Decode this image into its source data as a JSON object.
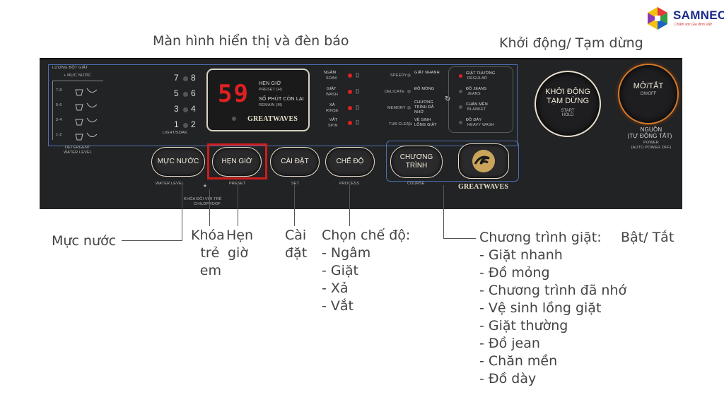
{
  "logo": {
    "name": "SAMNEC",
    "tagline": "Chăm sóc Gia đình Việt"
  },
  "annotations": {
    "display": "Màn hình hiển thị và đèn báo",
    "start": "Khởi động/ Tạm dừng",
    "water_level": "Mực nước",
    "child_lock": [
      "Khóa",
      "trẻ",
      "em"
    ],
    "preset": [
      "Hẹn",
      "giờ"
    ],
    "set": [
      "Cài",
      "đặt"
    ],
    "process_title": "Chọn chế độ:",
    "process_items": [
      "- Ngâm",
      "- Giặt",
      "- Xả",
      "- Vắt"
    ],
    "course_title": "Chương trình giặt:",
    "course_items": [
      "- Giặt nhanh",
      "- Đồ mỏng",
      "- Chương trình đã nhớ",
      "- Vệ sinh lồng giặt",
      "- Giặt thường",
      "- Đồ jean",
      "- Chăn mền",
      "- Đồ dày"
    ],
    "power": "Bật/ Tắt"
  },
  "panel": {
    "water_level_header": "LƯỢNG BỘT GIẶT",
    "water_level_sub": "+ MỰC NƯỚC",
    "water_rows": [
      "7-8",
      "5-6",
      "3-4",
      "1-2"
    ],
    "detergent_label": [
      "DETERGENT",
      "WATER LEVEL"
    ],
    "level_numbers": [
      [
        "7",
        "8"
      ],
      [
        "5",
        "6"
      ],
      [
        "3",
        "4"
      ],
      [
        "1",
        "2"
      ]
    ],
    "light_label": "LIGHT/SOAK",
    "display_value": "59",
    "preset_label": "HẸN GIỜ",
    "preset_en": "PRESET (H)",
    "remain_label": "SỐ PHÚT CÒN LẠI",
    "remain_en": "REMAIN (M)",
    "brand": "GREATWAVES",
    "process_leds": [
      {
        "vi": "NGÂM",
        "en": "SOAK"
      },
      {
        "vi": "GIẶT",
        "en": "WASH"
      },
      {
        "vi": "XẢ",
        "en": "RINSE"
      },
      {
        "vi": "VẮT",
        "en": "SPIN"
      }
    ],
    "course_mid": [
      {
        "en": "SPEEDY",
        "vi": "GIẶT NHANH"
      },
      {
        "en": "DELICATE",
        "vi": "ĐỒ MỎNG"
      },
      {
        "en": "MEMORY",
        "vi": "CHƯƠNG TRÌNH ĐÃ NHỚ"
      },
      {
        "en": "TUB CLEAN",
        "vi": "VỆ SINH LỒNG GIẶT"
      }
    ],
    "course_right": [
      {
        "vi": "GIẶT THƯỜNG",
        "en": "REGULAR"
      },
      {
        "vi": "ĐỒ JEANS",
        "en": "JEANS"
      },
      {
        "vi": "CHĂN MỀN",
        "en": "BLANKET"
      },
      {
        "vi": "ĐỒ DÀY",
        "en": "HEAVY WASH"
      }
    ],
    "start_button": [
      "KHỞI ĐỘNG",
      "TẠM DỪNG"
    ],
    "start_en": [
      "START",
      "HOLD"
    ],
    "power_button": "MỞ/TẮT",
    "power_en": "ON/OFF",
    "power_sub": [
      "NGUỒN",
      "(TỰ ĐỘNG TẮT)"
    ],
    "power_sub_en": [
      "POWER",
      "(AUTO POWER OFF)"
    ],
    "btn_water": "MỰC NƯỚC",
    "btn_water_en": "WATER LEVEL",
    "btn_preset": "HẸN GIỜ",
    "btn_preset_en": "PRESET",
    "childlock": [
      "KHÓA ĐỐI VỚI TRẺ",
      "CHILDPROOF"
    ],
    "btn_set": "CÀI ĐẶT",
    "btn_set_en": "SET",
    "btn_process": "CHẾ ĐỘ",
    "btn_process_en": "PROCESS",
    "btn_course": [
      "CHƯƠNG",
      "TRÌNH"
    ],
    "btn_course_en": "COURSE",
    "brand_bottom": "GREATWAVES"
  },
  "colors": {
    "panel": "#222325",
    "highlight": "#d01c1c",
    "led": "#e02020",
    "outline": "#4e6fb0",
    "power_ring": "#d0782a"
  }
}
